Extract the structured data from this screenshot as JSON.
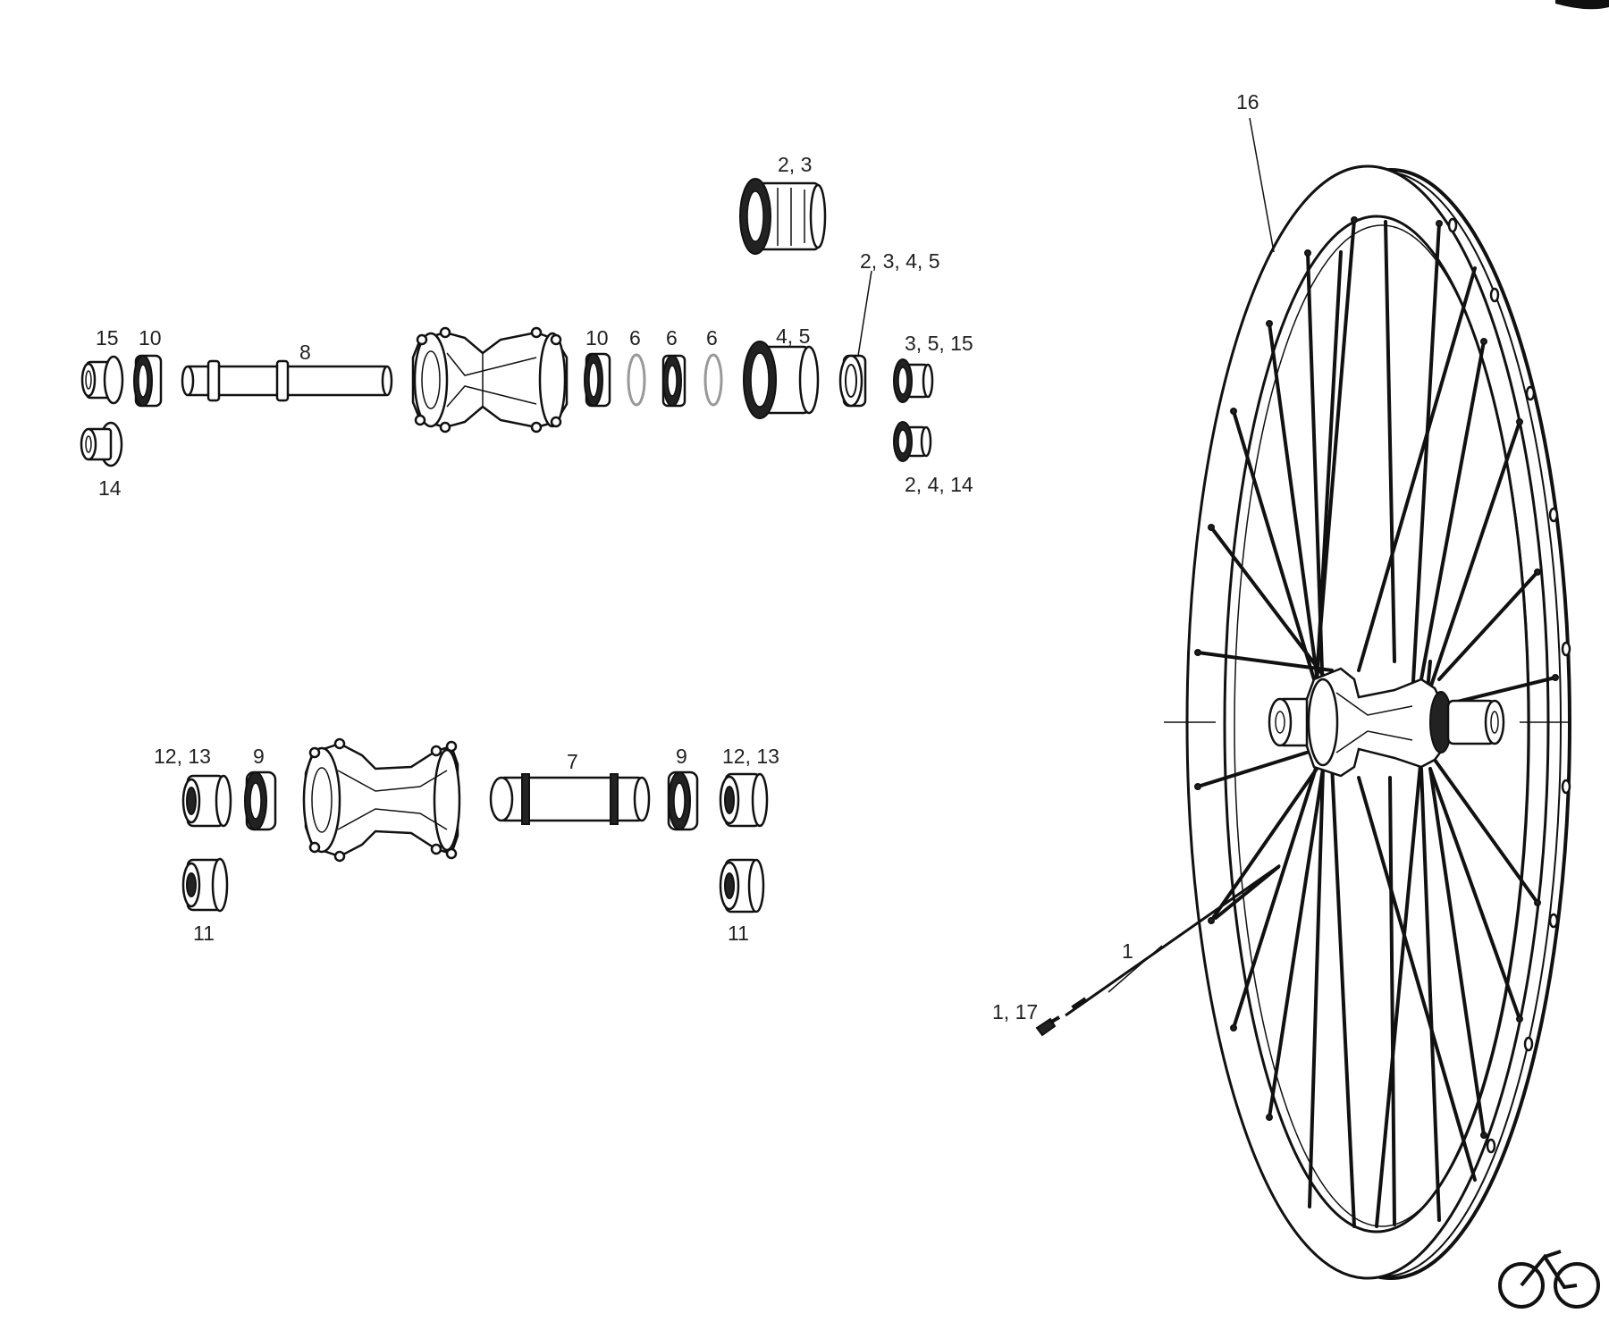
{
  "callouts": {
    "rear_hub": {
      "c15_10_15": "15",
      "c10_left": "10",
      "c8": "8",
      "c14_left": "14",
      "c10_right": "10",
      "c6_a": "6",
      "c6_b": "6",
      "c6_c": "6",
      "c4_5": "4, 5",
      "c2_3": "2, 3",
      "c2_3_4_5": "2, 3, 4, 5",
      "c3_5_15": "3, 5, 15",
      "c2_4_14": "2, 4, 14"
    },
    "front_hub": {
      "c12_13_left": "12, 13",
      "c9_left": "9",
      "c7": "7",
      "c9_right": "9",
      "c12_13_right": "12, 13",
      "c11_left": "11",
      "c11_right": "11"
    },
    "wheel": {
      "c16": "16",
      "c1": "1",
      "c1_17": "1, 17"
    }
  },
  "colors": {
    "line": "#111111",
    "text": "#222222",
    "ring": "#999999",
    "background": "#ffffff"
  },
  "icons": {
    "corner_logo": "bicycle-icon"
  }
}
